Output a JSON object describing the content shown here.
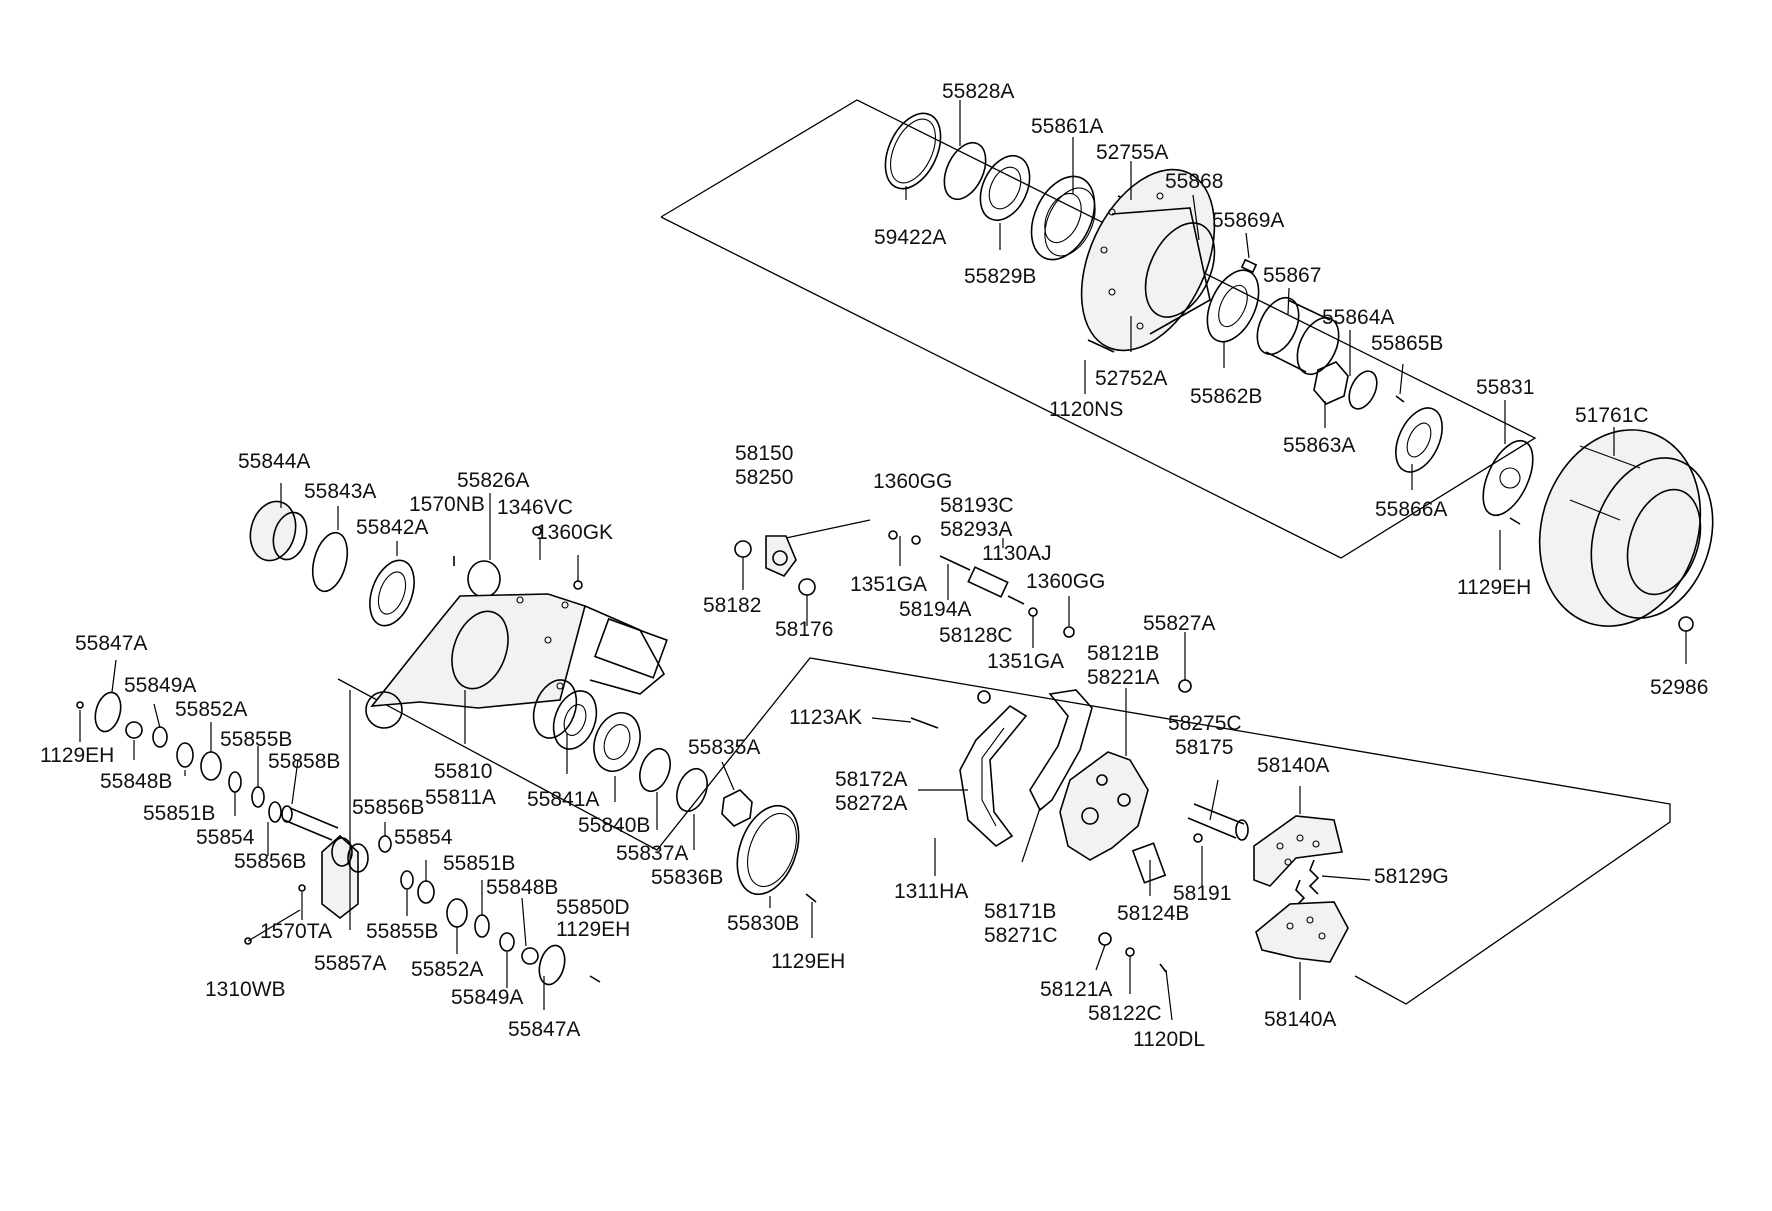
{
  "diagram": {
    "labels": [
      "55828A",
      "55861A",
      "52755A",
      "55868",
      "55869A",
      "59422A",
      "55829B",
      "55867",
      "52752A",
      "1120NS",
      "55862B",
      "55864A",
      "55865B",
      "55863A",
      "55831",
      "51761C",
      "55866A",
      "1129EH",
      "52986",
      "58150",
      "58250",
      "1360GG",
      "58193C",
      "58293A",
      "1130AJ",
      "58182",
      "1351GA",
      "58194A",
      "1360GG",
      "58176",
      "58128C",
      "55827A",
      "1351GA",
      "58121B",
      "58221A",
      "55844A",
      "55843A",
      "55826A",
      "1570NB",
      "1346VC",
      "1360GK",
      "55842A",
      "55847A",
      "55849A",
      "55852A",
      "55855B",
      "55858B",
      "1129EH",
      "55848B",
      "55851B",
      "55810",
      "55811A",
      "55841A",
      "55840B",
      "55835A",
      "55837A",
      "55836B",
      "55856B",
      "55854",
      "55856B",
      "55854",
      "55851B",
      "55848B",
      "55850D",
      "1129EH",
      "1570TA",
      "55855B",
      "55857A",
      "55852A",
      "55849A",
      "55847A",
      "1310WB",
      "55830B",
      "1129EH",
      "1123AK",
      "58275C",
      "58175",
      "58140A",
      "58172A",
      "58272A",
      "58129G",
      "1311HA",
      "58171B",
      "58271C",
      "58124B",
      "58191",
      "58121A",
      "58122C",
      "1120DL",
      "58140A"
    ]
  }
}
